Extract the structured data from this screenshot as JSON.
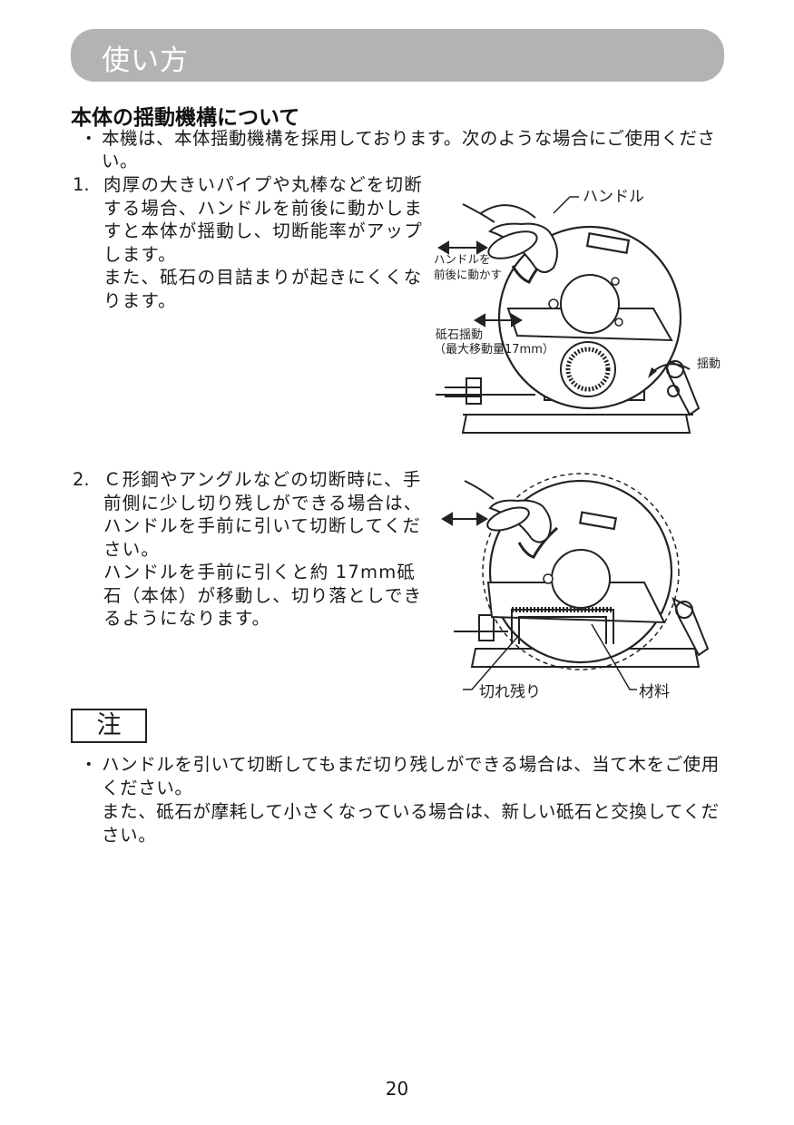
{
  "header": {
    "title": "使い方"
  },
  "section": {
    "title": "本体の揺動機構について",
    "bullet_mark": "・",
    "intro": "本機は、本体揺動機構を採用しております。次のような場合にご使用ください。"
  },
  "item1": {
    "number": "1.",
    "text": "肉厚の大きいパイプや丸棒などを切断する場合、ハンドルを前後に動かしますと本体が揺動し、切断能率がアップします。",
    "text2": "また、砥石の目詰まりが起きにくくなります。"
  },
  "figure1": {
    "label_handle": "ハンドル",
    "label_move_1": "ハンドルを",
    "label_move_2": "前後に動かす",
    "label_swing_1": "砥石揺動",
    "label_swing_2": "（最大移動量17mm）",
    "label_rock": "揺動"
  },
  "item2": {
    "number": "2.",
    "text": "Ｃ形鋼やアングルなどの切断時に、手前側に少し切り残しができる場合は、ハンドルを手前に引いて切断してください。",
    "text2": "ハンドルを手前に引くと約 17mm砥石（本体）が移動し、切り落としできるようになります。"
  },
  "figure2": {
    "label_leftover": "切れ残り",
    "label_material": "材料"
  },
  "note": {
    "heading": "注",
    "bullet_mark": "・",
    "text": "ハンドルを引いて切断してもまだ切り残しができる場合は、当て木をご使用ください。",
    "text2": "また、砥石が摩耗して小さくなっている場合は、新しい砥石と交換してください。"
  },
  "footer": {
    "page_number": "20"
  }
}
